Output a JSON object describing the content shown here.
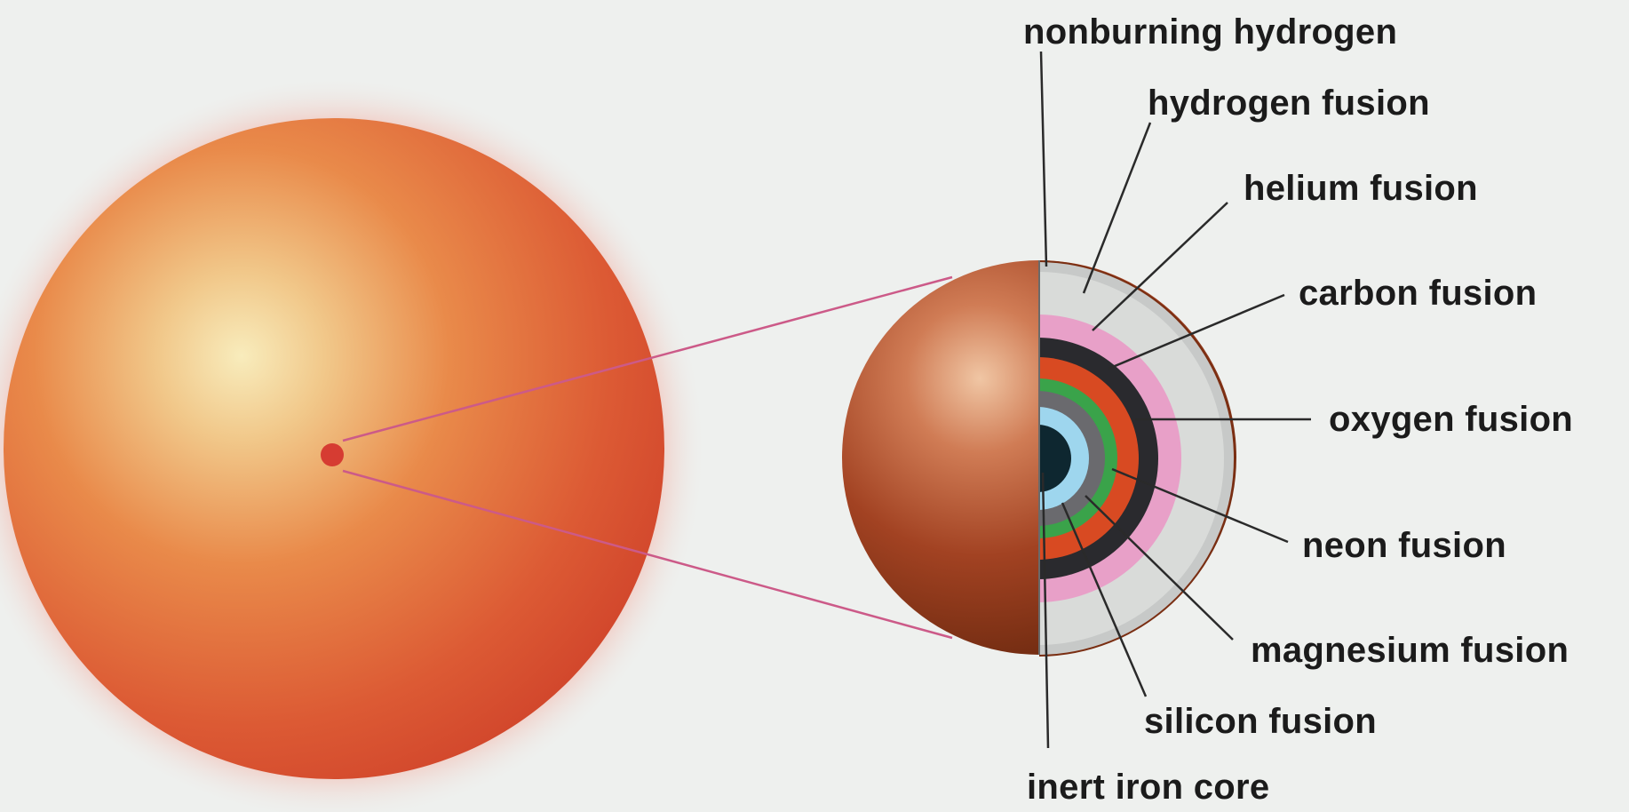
{
  "diagram": {
    "labels": {
      "nonburning_hydrogen": "nonburning hydrogen",
      "hydrogen_fusion": "hydrogen fusion",
      "helium_fusion": "helium fusion",
      "carbon_fusion": "carbon fusion",
      "oxygen_fusion": "oxygen fusion",
      "neon_fusion": "neon fusion",
      "magnesium_fusion": "magnesium fusion",
      "silicon_fusion": "silicon fusion",
      "inert_iron_core": "inert iron core"
    },
    "colors": {
      "background": "#eef0ee",
      "star_outer": "#d24a2c",
      "star_highlight": "#f6e9b4",
      "star_glow": "#ef9a8a",
      "zoom_lines": "#cc5a88",
      "core_marker": "#d63c32",
      "hemisphere_shell": "#8e3818",
      "nonburning_hydrogen": "#c7c9c8",
      "hydrogen_fusion": "#d9dbd9",
      "helium_fusion": "#e8a0c8",
      "carbon_fusion": "#2a2a2e",
      "oxygen_fusion": "#d84a22",
      "neon_fusion": "#3aa34a",
      "magnesium_fusion": "#6a6a6e",
      "silicon_fusion": "#9ed6ee",
      "inert_iron_core": "#0e2730",
      "leader_lines": "#2a2a2a"
    }
  }
}
